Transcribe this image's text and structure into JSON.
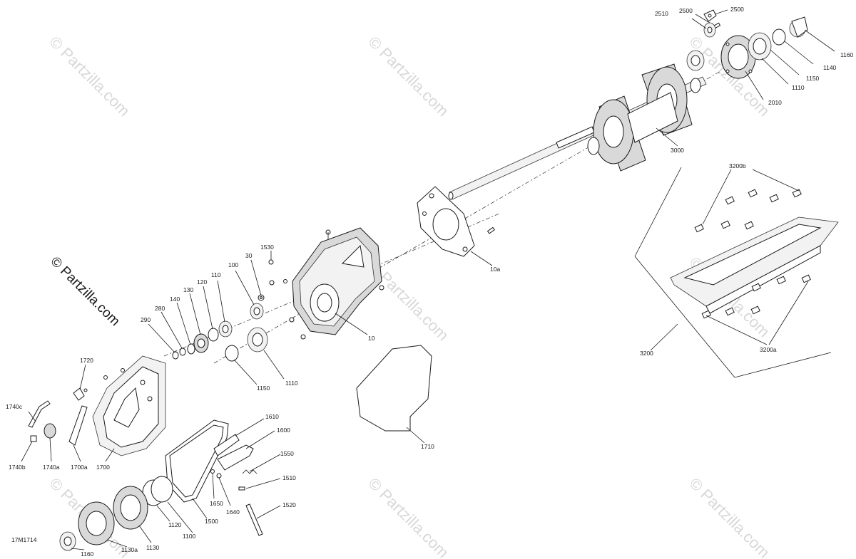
{
  "watermark": {
    "text": "© Partzilla.com"
  },
  "drawing_code": "17M1714",
  "callouts": {
    "c2510": "2510",
    "c2500a": "2500",
    "c2500b": "2500",
    "c1160a": "1160",
    "c1140": "1140",
    "c1150a": "1150",
    "c1110a": "1110",
    "c2010": "2010",
    "c3000": "3000",
    "c3200b": "3200b",
    "c10a": "10a",
    "c1530": "1530",
    "c30": "30",
    "c100": "100",
    "c110": "110",
    "c120": "120",
    "c130": "130",
    "c140": "140",
    "c280": "280",
    "c290": "290",
    "c10": "10",
    "c1150b": "1150",
    "c1110b": "1110",
    "c1720": "1720",
    "c1740c": "1740c",
    "c1740b": "1740b",
    "c1740a": "1740a",
    "c1700a": "1700a",
    "c1700": "1700",
    "c1610": "1610",
    "c1600": "1600",
    "c1550": "1550",
    "c1510": "1510",
    "c1520": "1520",
    "c1650": "1650",
    "c1640": "1640",
    "c1500": "1500",
    "c1100": "1100",
    "c1120": "1120",
    "c1130": "1130",
    "c1130a": "1130a",
    "c1160b": "1160",
    "c1710": "1710",
    "c3200": "3200",
    "c3200a": "3200a"
  }
}
